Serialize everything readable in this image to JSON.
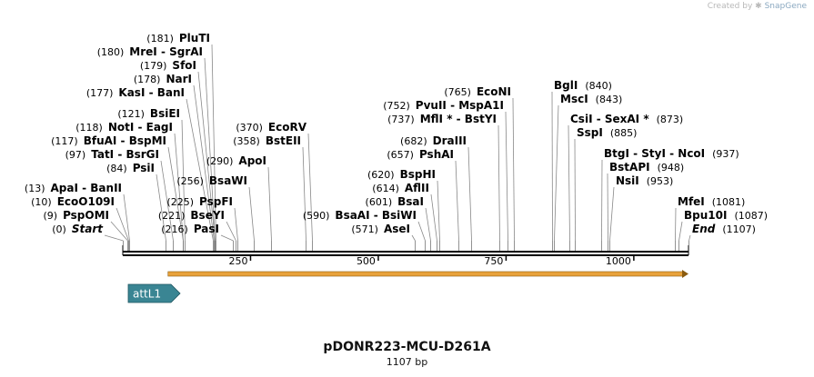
{
  "credit": {
    "prefix": "Created by",
    "brand": "SnapGene"
  },
  "title": "pDONR223-MCU-D261A",
  "subtitle": "1107 bp",
  "colors": {
    "feature_arrow": "#3a8593",
    "orf_fill": "#e8a23a",
    "backbone": "#000000"
  },
  "map": {
    "length": 1107,
    "ticks": [
      250,
      500,
      750,
      1000
    ],
    "features": [
      {
        "name": "attL1",
        "type": "feature",
        "start": 1,
        "end": 100,
        "strand": 1
      }
    ],
    "orf": {
      "start": 85,
      "end": 1107,
      "strand": 1
    },
    "sites": [
      {
        "pos": "(0)",
        "name": "Start",
        "site": 0,
        "italic": true
      },
      {
        "pos": "(9)",
        "name": "PspOMI",
        "site": 9
      },
      {
        "pos": "(10)",
        "name": "EcoO109I",
        "site": 10
      },
      {
        "pos": "(13)",
        "name": "ApaI  - BanII",
        "site": 13
      },
      {
        "pos": "(84)",
        "name": "PsiI",
        "site": 84
      },
      {
        "pos": "(97)",
        "name": "TatI  - BsrGI",
        "site": 97
      },
      {
        "pos": "(117)",
        "name": "BfuAI  - BspMI",
        "site": 117
      },
      {
        "pos": "(118)",
        "name": "NotI  - EagI",
        "site": 118
      },
      {
        "pos": "(121)",
        "name": "BsiEI",
        "site": 121
      },
      {
        "pos": "(177)",
        "name": "KasI  - BanI",
        "site": 177
      },
      {
        "pos": "(178)",
        "name": "NarI",
        "site": 178
      },
      {
        "pos": "(179)",
        "name": "SfoI",
        "site": 179
      },
      {
        "pos": "(180)",
        "name": "MreI  - SgrAI",
        "site": 180
      },
      {
        "pos": "(181)",
        "name": "PluTI",
        "site": 181
      },
      {
        "pos": "(216)",
        "name": "PasI",
        "site": 216
      },
      {
        "pos": "(221)",
        "name": "BseYI",
        "site": 221
      },
      {
        "pos": "(225)",
        "name": "PspFI",
        "site": 225
      },
      {
        "pos": "(256)",
        "name": "BsaWI",
        "site": 256
      },
      {
        "pos": "(290)",
        "name": "ApoI",
        "site": 290
      },
      {
        "pos": "(358)",
        "name": "BstEII",
        "site": 358
      },
      {
        "pos": "(370)",
        "name": "EcoRV",
        "site": 370
      },
      {
        "pos": "(571)",
        "name": "AseI",
        "site": 571
      },
      {
        "pos": "(590)",
        "name": "BsaAI  - BsiWI",
        "site": 590
      },
      {
        "pos": "(601)",
        "name": "BsaI",
        "site": 601
      },
      {
        "pos": "(614)",
        "name": "AflII",
        "site": 614
      },
      {
        "pos": "(620)",
        "name": "BspHI",
        "site": 620
      },
      {
        "pos": "(657)",
        "name": "PshAI",
        "site": 657
      },
      {
        "pos": "(682)",
        "name": "DraIII",
        "site": 682
      },
      {
        "pos": "(737)",
        "name": "MflI * - BstYI",
        "site": 737
      },
      {
        "pos": "(752)",
        "name": "PvuII  - MspA1I",
        "site": 752
      },
      {
        "pos": "(765)",
        "name": "EcoNI",
        "site": 765
      },
      {
        "pos": "(840)",
        "name": "BglI",
        "site": 840,
        "pos_right": true
      },
      {
        "pos": "(843)",
        "name": "MscI",
        "site": 843,
        "pos_right": true
      },
      {
        "pos": "(873)",
        "name": "CsiI  - SexAI *",
        "site": 873,
        "pos_right": true
      },
      {
        "pos": "(885)",
        "name": "SspI",
        "site": 885,
        "pos_right": true
      },
      {
        "pos": "(937)",
        "name": "BtgI  - StyI  - NcoI",
        "site": 937,
        "pos_right": true
      },
      {
        "pos": "(948)",
        "name": "BstAPI",
        "site": 948,
        "pos_right": true
      },
      {
        "pos": "(953)",
        "name": "NsiI",
        "site": 953,
        "pos_right": true
      },
      {
        "pos": "(1081)",
        "name": "MfeI",
        "site": 1081,
        "pos_right": true
      },
      {
        "pos": "(1087)",
        "name": "Bpu10I",
        "site": 1087,
        "pos_right": true
      },
      {
        "pos": "(1107)",
        "name": "End",
        "site": 1107,
        "italic": true,
        "pos_right": true
      }
    ]
  }
}
